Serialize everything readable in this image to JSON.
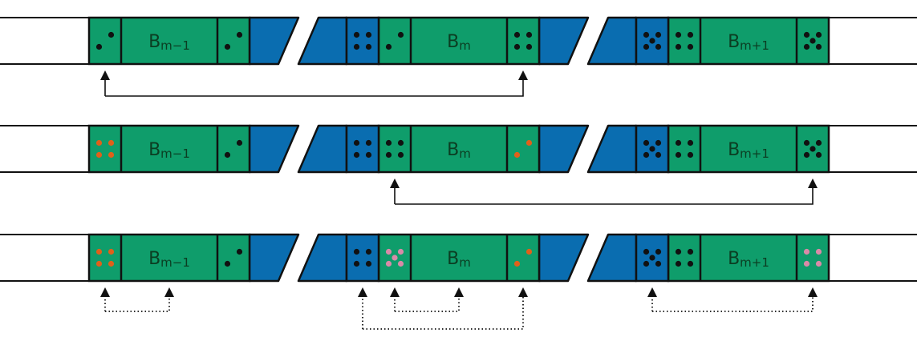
{
  "colors": {
    "green": "#0f9d6b",
    "blue": "#0a6db0",
    "stroke": "#111111",
    "dot_black": "#111111",
    "dot_orange": "#e0601a",
    "dot_pink": "#d98aa8"
  },
  "block_labels": {
    "prev": {
      "base": "B",
      "sub": "m−1"
    },
    "curr": {
      "base": "B",
      "sub": "m"
    },
    "next": {
      "base": "B",
      "sub": "m+1"
    }
  },
  "rows": [
    {
      "id": "row-1",
      "cells": [
        {
          "cell": "prev-left",
          "dice": 2,
          "color": "dot_black"
        },
        {
          "cell": "prev-right",
          "dice": 2,
          "color": "dot_black"
        },
        {
          "cell": "curr-blue-left",
          "dice": 4,
          "color": "dot_black"
        },
        {
          "cell": "curr-left",
          "dice": 2,
          "color": "dot_black"
        },
        {
          "cell": "curr-right",
          "dice": 4,
          "color": "dot_black"
        },
        {
          "cell": "next-blue-left",
          "dice": 5,
          "color": "dot_black"
        },
        {
          "cell": "next-left",
          "dice": 4,
          "color": "dot_black"
        },
        {
          "cell": "next-right",
          "dice": 5,
          "color": "dot_black"
        }
      ],
      "links": [
        {
          "from": "prev-left",
          "to": "curr-right",
          "style": "solid",
          "side": "below"
        }
      ]
    },
    {
      "id": "row-2",
      "cells": [
        {
          "cell": "prev-left",
          "dice": 4,
          "color": "dot_orange"
        },
        {
          "cell": "prev-right",
          "dice": 2,
          "color": "dot_black"
        },
        {
          "cell": "curr-blue-left",
          "dice": 4,
          "color": "dot_black"
        },
        {
          "cell": "curr-left",
          "dice": 4,
          "color": "dot_black"
        },
        {
          "cell": "curr-right",
          "dice": 2,
          "color": "dot_orange"
        },
        {
          "cell": "next-blue-left",
          "dice": 5,
          "color": "dot_black"
        },
        {
          "cell": "next-left",
          "dice": 4,
          "color": "dot_black"
        },
        {
          "cell": "next-right",
          "dice": 5,
          "color": "dot_black"
        }
      ],
      "links": [
        {
          "from": "curr-left",
          "to": "next-right",
          "style": "solid",
          "side": "below"
        }
      ]
    },
    {
      "id": "row-3",
      "cells": [
        {
          "cell": "prev-left",
          "dice": 4,
          "color": "dot_orange"
        },
        {
          "cell": "prev-right",
          "dice": 2,
          "color": "dot_black"
        },
        {
          "cell": "curr-blue-left",
          "dice": 4,
          "color": "dot_black"
        },
        {
          "cell": "curr-left",
          "dice": 5,
          "color": "dot_pink"
        },
        {
          "cell": "curr-right",
          "dice": 2,
          "color": "dot_orange"
        },
        {
          "cell": "next-blue-left",
          "dice": 5,
          "color": "dot_black"
        },
        {
          "cell": "next-left",
          "dice": 4,
          "color": "dot_black"
        },
        {
          "cell": "next-right",
          "dice": 4,
          "color": "dot_pink"
        }
      ],
      "links": [
        {
          "from": "prev-left",
          "to": "prev-label",
          "style": "dotted",
          "side": "below",
          "drop": "short"
        },
        {
          "from": "curr-left",
          "to": "curr-label",
          "style": "dotted",
          "side": "below",
          "drop": "short"
        },
        {
          "from": "curr-blue-left",
          "to": "curr-right",
          "style": "dotted",
          "side": "below",
          "drop": "long"
        },
        {
          "from": "next-blue-left",
          "to": "next-right",
          "style": "dotted",
          "side": "below",
          "drop": "short"
        }
      ]
    }
  ]
}
